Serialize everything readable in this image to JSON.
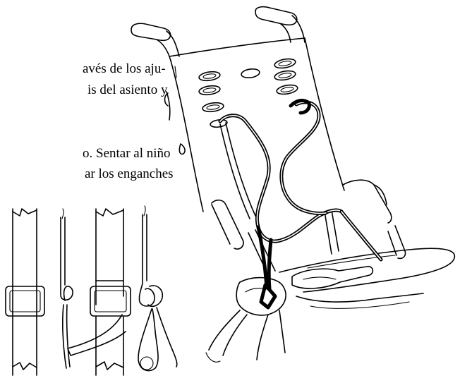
{
  "document": {
    "paragraphs": [
      {
        "lines": [
          "avés de los aju-",
          "is del asiento y"
        ]
      },
      {
        "lines": [
          "o. Sentar al niño",
          "ar los enganches"
        ]
      }
    ]
  },
  "figures": {
    "buckle_detail": {
      "icon": "strap-buckle-threading-illustration"
    },
    "seat_harness": {
      "icon": "stroller-seat-harness-illustration"
    }
  },
  "colors": {
    "ink": "#000000",
    "background": "#ffffff"
  }
}
